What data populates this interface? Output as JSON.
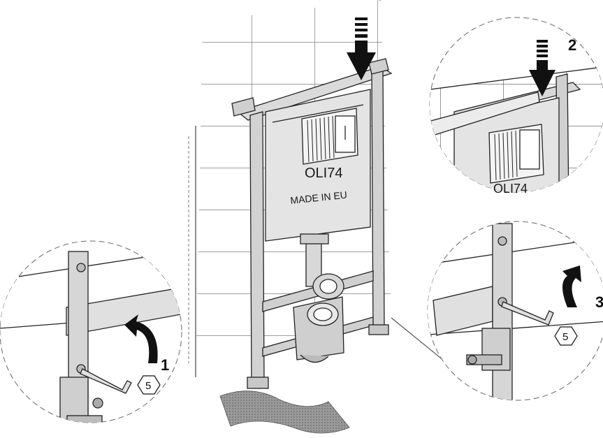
{
  "cistern": {
    "model": "OLI74",
    "origin": "MADE IN EU"
  },
  "detail_top": {
    "model_partial": "OLI74",
    "step": "2"
  },
  "detail_left": {
    "step": "1",
    "hex_key_size": "5"
  },
  "detail_right": {
    "step": "3",
    "hex_key_size": "5"
  },
  "colors": {
    "frame": "#d2d2d2",
    "cistern": "#e4e4e4",
    "line": "#222222",
    "arrow": "#111111"
  },
  "icons": [
    "down-arrow-icon",
    "curved-arrow-icon",
    "hex-key-icon",
    "hex-size-icon"
  ]
}
